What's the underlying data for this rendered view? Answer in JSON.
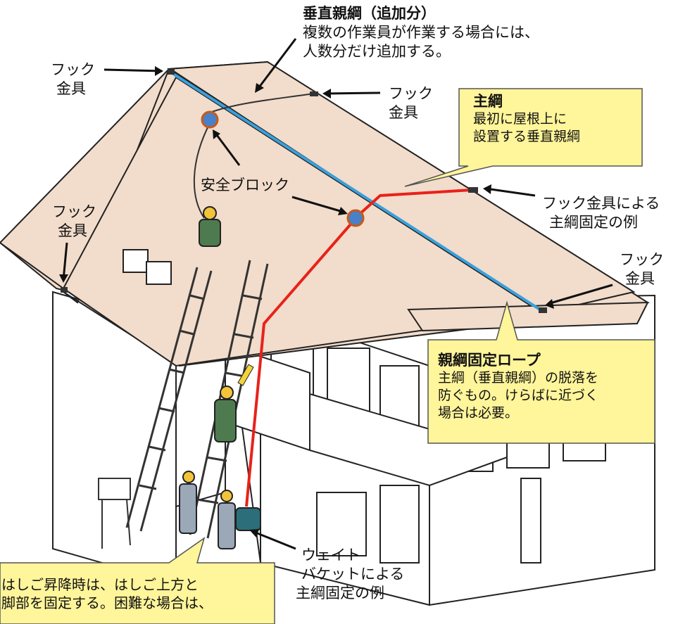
{
  "labels": {
    "additional_lifeline": {
      "title": "垂直親綱（追加分）",
      "line1": "複数の作業員が作業する場合には、",
      "line2": "人数分だけ追加する。"
    },
    "hook_tl": [
      "フック",
      "金具"
    ],
    "hook_tm": [
      "フック",
      "金具"
    ],
    "hook_l": [
      "フック",
      "金具"
    ],
    "hook_r": [
      "フック",
      "金具"
    ],
    "safety_block": "安全ブロック",
    "hook_fix": [
      "フック金具による",
      "主綱固定の例"
    ],
    "weight": [
      "ウェイト",
      "バケットによる",
      "主綱固定の例"
    ]
  },
  "callouts": {
    "main_rope": {
      "title": "主綱",
      "line1": "最初に屋根上に",
      "line2": "設置する垂直親綱"
    },
    "fix_rope": {
      "title": "親綱固定ロープ",
      "line1": "主綱（垂直親綱）の脱落を",
      "line2": "防ぐもの。けらばに近づく",
      "line3": "場合は必要。"
    },
    "ladder": {
      "line1": "はしご昇降時は、はしご上方と",
      "line2": "脚部を固定する。困難な場合は、"
    }
  },
  "colors": {
    "roof": "#f2dccb",
    "blue_rope": "#3aa0dc",
    "red_rope": "#e8221a",
    "block": "#4a80c8",
    "callout": "#fff59a",
    "worker": "#4e7a50"
  }
}
